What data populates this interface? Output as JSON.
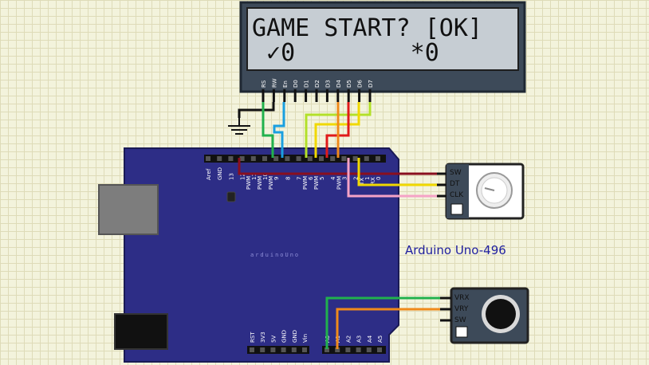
{
  "lcd": {
    "line1": "GAME START? [OK]",
    "line2": " ✓0        *0",
    "pins": [
      "RS",
      "RW",
      "En",
      "D0",
      "D1",
      "D2",
      "D3",
      "D4",
      "D5",
      "D6",
      "D7"
    ]
  },
  "board": {
    "name": "Arduino Uno-496",
    "silk": "arduinoUno",
    "digital_labels": [
      "Aref",
      "GND",
      "13",
      "12",
      "11",
      "10",
      "9",
      "8",
      "7",
      "6",
      "5",
      "4",
      "3",
      "2",
      "1",
      "0"
    ],
    "pwm_label": "PWM",
    "tx_label": "TX",
    "rx_label": "RX",
    "power_labels": [
      "RST",
      "3V3",
      "5V",
      "GND",
      "GND",
      "Vin"
    ],
    "analog_labels": [
      "A0",
      "A1",
      "A2",
      "A3",
      "A4",
      "A5"
    ]
  },
  "encoder": {
    "pins": [
      "SW",
      "DT",
      "CLK"
    ]
  },
  "joystick": {
    "pins": [
      "VRX",
      "VRY",
      "SW"
    ]
  },
  "colors": {
    "board": "#2d2d86",
    "lcd_screen": "#c6cdd3",
    "wire_green": "#21b14d",
    "wire_blue": "#1a9fe0",
    "wire_yellow_green": "#b3e02a",
    "wire_yellow": "#f0d800",
    "wire_red": "#e01a1a",
    "wire_orange": "#f08a1a",
    "wire_dark_red": "#8a0f1f",
    "wire_pink": "#f5a3c6"
  }
}
